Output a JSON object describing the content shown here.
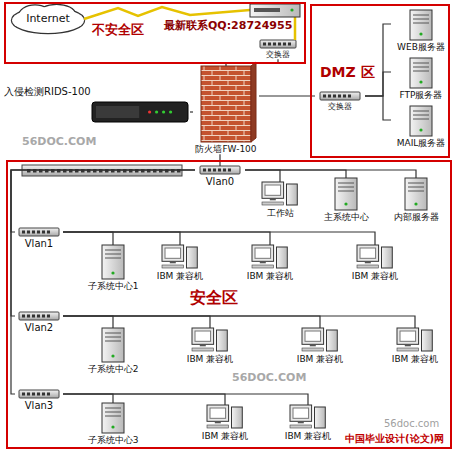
{
  "diagram": {
    "nodes": [
      {
        "text": [
          "不安全区"
        ]
      },
      {
        "text": [
          "Internet"
        ],
        "in": 0
      },
      {
        "text": [
          "交换器"
        ],
        "in": 0
      },
      {
        "text": [
          "DMZ 区"
        ]
      },
      {
        "text": [
          "交换器"
        ],
        "in": 3
      },
      {
        "text": [
          "WEB服务器"
        ],
        "in": 3
      },
      {
        "text": [
          "FTP服务器"
        ],
        "in": 3
      },
      {
        "text": [
          "MAIL服务器"
        ],
        "in": 3
      },
      {
        "text": [
          "入侵检测RIDS-100"
        ]
      },
      {
        "text": [
          "防火墙FW-100"
        ]
      },
      {
        "text": [
          "安全区"
        ]
      },
      {
        "text": [
          "Vlan0"
        ],
        "in": 10
      },
      {
        "text": [
          "工作站"
        ],
        "in": 10
      },
      {
        "text": [
          "主系统中心"
        ],
        "in": 10
      },
      {
        "text": [
          "内部服务器"
        ],
        "in": 10
      },
      {
        "text": [
          "Vlan1"
        ],
        "in": 10
      },
      {
        "text": [
          "子系统中心1"
        ],
        "in": 10
      },
      {
        "text": [
          "IBM 兼容机"
        ],
        "in": 10
      },
      {
        "text": [
          "IBM 兼容机"
        ],
        "in": 10
      },
      {
        "text": [
          "IBM 兼容机"
        ],
        "in": 10
      },
      {
        "text": [
          "Vlan2"
        ],
        "in": 10
      },
      {
        "text": [
          "子系统中心2"
        ],
        "in": 10
      },
      {
        "text": [
          "IBM 兼容机"
        ],
        "in": 10
      },
      {
        "text": [
          "IBM 兼容机"
        ],
        "in": 10
      },
      {
        "text": [
          "IBM 兼容机"
        ],
        "in": 10
      },
      {
        "text": [
          "Vlan3"
        ],
        "in": 10
      },
      {
        "text": [
          "子系统中心3"
        ],
        "in": 10
      },
      {
        "text": [
          "IBM 兼容机"
        ],
        "in": 10
      },
      {
        "text": [
          "IBM 兼容机"
        ],
        "in": 10
      }
    ],
    "edges": [
      {
        "from": 1,
        "to": 2,
        "arrow": "none"
      },
      {
        "from": 2,
        "to": 9,
        "arrow": "none"
      },
      {
        "from": 8,
        "to": 9,
        "arrow": "none"
      },
      {
        "from": 9,
        "to": 4,
        "arrow": "none"
      },
      {
        "from": 9,
        "to": 11,
        "arrow": "none"
      },
      {
        "from": 4,
        "to": 5,
        "arrow": "none"
      },
      {
        "from": 4,
        "to": 6,
        "arrow": "none"
      },
      {
        "from": 4,
        "to": 7,
        "arrow": "none"
      },
      {
        "from": 11,
        "to": 12,
        "arrow": "none"
      },
      {
        "from": 11,
        "to": 13,
        "arrow": "none"
      },
      {
        "from": 11,
        "to": 14,
        "arrow": "none"
      },
      {
        "from": 11,
        "to": 15,
        "arrow": "none"
      },
      {
        "from": 11,
        "to": 20,
        "arrow": "none"
      },
      {
        "from": 11,
        "to": 25,
        "arrow": "none"
      },
      {
        "from": 15,
        "to": 16,
        "arrow": "none"
      },
      {
        "from": 15,
        "to": 17,
        "arrow": "none"
      },
      {
        "from": 15,
        "to": 18,
        "arrow": "none"
      },
      {
        "from": 15,
        "to": 19,
        "arrow": "none"
      },
      {
        "from": 20,
        "to": 21,
        "arrow": "none"
      },
      {
        "from": 20,
        "to": 22,
        "arrow": "none"
      },
      {
        "from": 20,
        "to": 23,
        "arrow": "none"
      },
      {
        "from": 20,
        "to": 24,
        "arrow": "none"
      },
      {
        "from": 25,
        "to": 26,
        "arrow": "none"
      },
      {
        "from": 25,
        "to": 27,
        "arrow": "none"
      },
      {
        "from": 25,
        "to": 28,
        "arrow": "none"
      }
    ],
    "labels": [
      "最新联系QQ:28724955",
      "56DOC.COM",
      "56DOC.COM",
      "56doc.com",
      "中国毕业设计(论文)网"
    ]
  }
}
